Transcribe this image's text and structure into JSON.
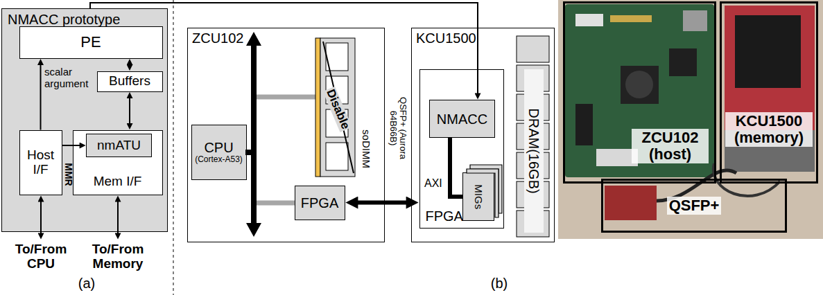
{
  "diagram": {
    "nodes": [
      {
        "text": [
          "NMACC prototype"
        ]
      },
      {
        "text": [
          "PE"
        ],
        "in": 0
      },
      {
        "text": [
          "Buffers"
        ],
        "in": 0
      },
      {
        "text": [
          "Host I/F"
        ],
        "in": 0
      },
      {
        "text": [
          "Mem I/F"
        ],
        "in": 0
      },
      {
        "text": [
          "nmATU"
        ],
        "in": 4
      },
      {
        "text": [
          "ZCU102"
        ]
      },
      {
        "text": [
          "CPU",
          "(Cortex-A53)"
        ],
        "in": 6
      },
      {
        "text": [
          "FPGA"
        ],
        "in": 6
      },
      {
        "text": [
          "KCU1500"
        ]
      },
      {
        "text": [
          "FPGA"
        ],
        "in": 9
      },
      {
        "text": [
          "NMACC"
        ],
        "in": 10
      },
      {
        "text": [
          "MIGs"
        ],
        "in": 10
      },
      {
        "text": [
          "ZCU102 (host)"
        ]
      },
      {
        "text": [
          "KCU1500 (memory)"
        ]
      },
      {
        "text": [
          "QSFP+"
        ]
      }
    ],
    "edges": [
      {
        "from": 3,
        "to": 1,
        "arrow": "to",
        "label": "scalar argument"
      },
      {
        "from": 2,
        "to": 1,
        "arrow": "both"
      },
      {
        "from": 2,
        "to": 4,
        "arrow": "both"
      },
      {
        "from": 3,
        "to": 5,
        "arrow": "to"
      },
      {
        "from": 0,
        "to": 11,
        "arrow": "to"
      },
      {
        "from": 8,
        "to": 10,
        "arrow": "both"
      },
      {
        "from": 11,
        "to": 12,
        "arrow": "none"
      }
    ],
    "labels": [
      "MMR",
      "To/From CPU",
      "To/From Memory",
      "(a)",
      "soDIMM",
      "Disable",
      "QSFP+ (Aurora 64B66B)",
      "AXI",
      "DRAM(16GB)",
      "(b)"
    ]
  }
}
